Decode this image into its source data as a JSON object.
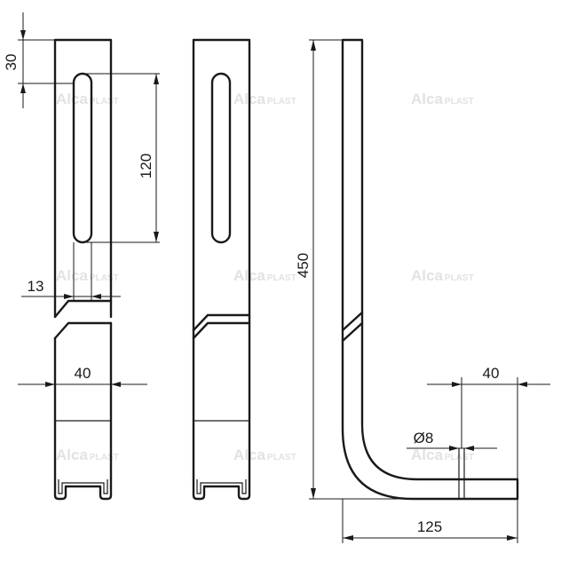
{
  "watermark": {
    "brand": "Alca",
    "suffix": "PLAST"
  },
  "dimensions": {
    "slot_offset": "30",
    "slot_length": "120",
    "slot_width": "13",
    "bracket_width": "40",
    "total_height": "450",
    "foot_width": "40",
    "hole_diameter": "Ø8",
    "foot_length": "125"
  }
}
